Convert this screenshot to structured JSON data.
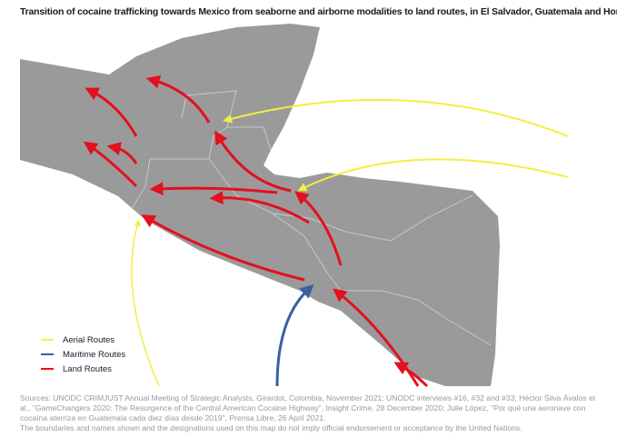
{
  "title": "Transition of cocaine trafficking towards Mexico from seaborne and airborne modalities to land routes, in El Salvador, Guatemala and Honduras",
  "legend": [
    {
      "label": "Aerial Routes",
      "color": "#f2f03c"
    },
    {
      "label": "Maritime Routes",
      "color": "#3b5fa0"
    },
    {
      "label": "Land Routes",
      "color": "#e3101e"
    }
  ],
  "sources": "Sources: UNODC CRIMJUST Annual Meeting of Strategic Analysts, Girardot, Colombia, November 2021; UNODC interviews #16, #32 and #33; Héctor Silva Ávalos et al., \"GameChangers 2020: The Resurgence of the Central American Cocaine Highway\", Insight Crime, 28 December 2020; Julie López, \"Por qué una aeronave con cocaína aterriza en Guatemala cada diez días desde 2019\", Prensa Libre, 26 April 2021.",
  "disclaimer": "The boundaries and names shown and the designations used on this map do not imply official endorsement or acceptance by the United Nations.",
  "colors": {
    "land": "#9b9a9b",
    "border": "#c8c8c8"
  }
}
